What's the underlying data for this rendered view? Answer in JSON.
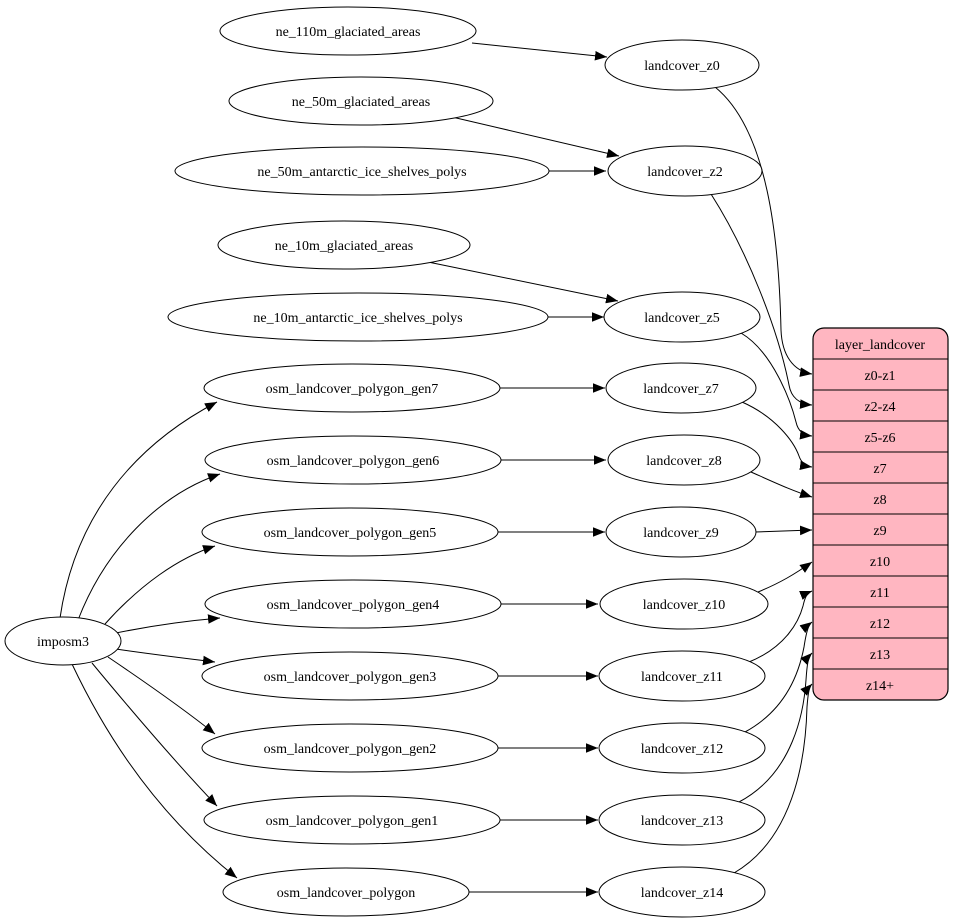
{
  "colors": {
    "table_fill": "#ffb6c1",
    "node_fill": "#ffffff",
    "edge_stroke": "#000000"
  },
  "nodes": {
    "importer": "imposm3",
    "sources": [
      "ne_110m_glaciated_areas",
      "ne_50m_glaciated_areas",
      "ne_50m_antarctic_ice_shelves_polys",
      "ne_10m_glaciated_areas",
      "ne_10m_antarctic_ice_shelves_polys",
      "osm_landcover_polygon_gen7",
      "osm_landcover_polygon_gen6",
      "osm_landcover_polygon_gen5",
      "osm_landcover_polygon_gen4",
      "osm_landcover_polygon_gen3",
      "osm_landcover_polygon_gen2",
      "osm_landcover_polygon_gen1",
      "osm_landcover_polygon"
    ],
    "stages": [
      "landcover_z0",
      "landcover_z2",
      "landcover_z5",
      "landcover_z7",
      "landcover_z8",
      "landcover_z9",
      "landcover_z10",
      "landcover_z11",
      "landcover_z12",
      "landcover_z13",
      "landcover_z14"
    ]
  },
  "table": {
    "title": "layer_landcover",
    "rows": [
      "z0-z1",
      "z2-z4",
      "z5-z6",
      "z7",
      "z8",
      "z9",
      "z10",
      "z11",
      "z12",
      "z13",
      "z14+"
    ]
  },
  "edges": {
    "importer_to_source": [
      [
        "imposm3",
        "osm_landcover_polygon_gen7"
      ],
      [
        "imposm3",
        "osm_landcover_polygon_gen6"
      ],
      [
        "imposm3",
        "osm_landcover_polygon_gen5"
      ],
      [
        "imposm3",
        "osm_landcover_polygon_gen4"
      ],
      [
        "imposm3",
        "osm_landcover_polygon_gen3"
      ],
      [
        "imposm3",
        "osm_landcover_polygon_gen2"
      ],
      [
        "imposm3",
        "osm_landcover_polygon_gen1"
      ],
      [
        "imposm3",
        "osm_landcover_polygon"
      ]
    ],
    "source_to_stage": [
      [
        "ne_110m_glaciated_areas",
        "landcover_z0"
      ],
      [
        "ne_50m_glaciated_areas",
        "landcover_z2"
      ],
      [
        "ne_50m_antarctic_ice_shelves_polys",
        "landcover_z2"
      ],
      [
        "ne_10m_glaciated_areas",
        "landcover_z5"
      ],
      [
        "ne_10m_antarctic_ice_shelves_polys",
        "landcover_z5"
      ],
      [
        "osm_landcover_polygon_gen7",
        "landcover_z7"
      ],
      [
        "osm_landcover_polygon_gen6",
        "landcover_z8"
      ],
      [
        "osm_landcover_polygon_gen5",
        "landcover_z9"
      ],
      [
        "osm_landcover_polygon_gen4",
        "landcover_z10"
      ],
      [
        "osm_landcover_polygon_gen3",
        "landcover_z11"
      ],
      [
        "osm_landcover_polygon_gen2",
        "landcover_z12"
      ],
      [
        "osm_landcover_polygon_gen1",
        "landcover_z13"
      ],
      [
        "osm_landcover_polygon",
        "landcover_z14"
      ]
    ],
    "stage_to_table_row": [
      [
        "landcover_z0",
        "z0-z1"
      ],
      [
        "landcover_z2",
        "z2-z4"
      ],
      [
        "landcover_z5",
        "z5-z6"
      ],
      [
        "landcover_z7",
        "z7"
      ],
      [
        "landcover_z8",
        "z8"
      ],
      [
        "landcover_z9",
        "z9"
      ],
      [
        "landcover_z10",
        "z10"
      ],
      [
        "landcover_z11",
        "z11"
      ],
      [
        "landcover_z12",
        "z12"
      ],
      [
        "landcover_z13",
        "z13"
      ],
      [
        "landcover_z14",
        "z14+"
      ]
    ]
  }
}
